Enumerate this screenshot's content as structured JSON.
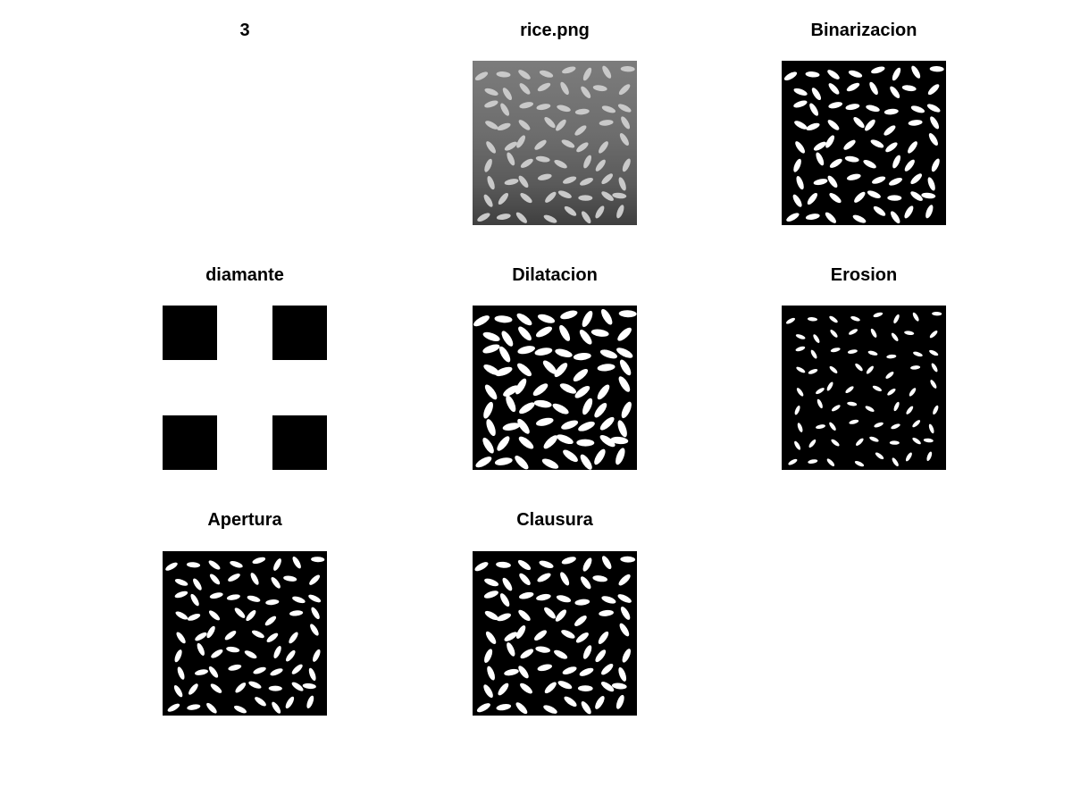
{
  "figure": {
    "panels": [
      {
        "id": "p1",
        "title": "3"
      },
      {
        "id": "p2",
        "title": "rice.png"
      },
      {
        "id": "p3",
        "title": "Binarizacion"
      },
      {
        "id": "p4",
        "title": "diamante"
      },
      {
        "id": "p5",
        "title": "Dilatacion"
      },
      {
        "id": "p6",
        "title": "Erosion"
      },
      {
        "id": "p7",
        "title": "Apertura"
      },
      {
        "id": "p8",
        "title": "Clausura"
      }
    ]
  },
  "colors": {
    "background": "#ffffff",
    "foreground": "#000000",
    "rice_gray": "#6f6f6f"
  }
}
